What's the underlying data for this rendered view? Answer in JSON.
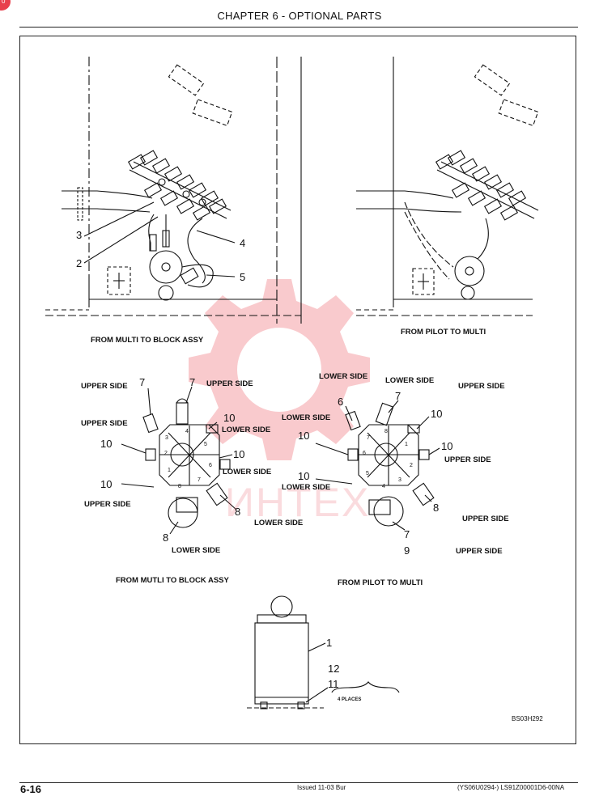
{
  "header": {
    "chapter_title": "CHAPTER 6 - OPTIONAL PARTS"
  },
  "corner_badge": "0",
  "watermark": {
    "text": "ИНТЕХ",
    "color": "#e8404c"
  },
  "figure_top_left": {
    "caption": "FROM MULTI TO BLOCK ASSY",
    "callouts": [
      "3",
      "2",
      "4",
      "5"
    ]
  },
  "figure_top_right": {
    "caption": "FROM PILOT TO MULTI"
  },
  "figure_mid_left": {
    "caption": "FROM MUTLI TO BLOCK ASSY",
    "port_numbers": [
      "4",
      "3",
      "5",
      "2",
      "6",
      "1",
      "8",
      "7"
    ],
    "labels": {
      "upper_side_1": "UPPER SIDE",
      "upper_side_2": "UPPER SIDE",
      "upper_side_3": "UPPER SIDE",
      "upper_side_4": "UPPER SIDE",
      "lower_side_1": "LOWER SIDE",
      "lower_side_2": "LOWER SIDE",
      "lower_side_3": "LOWER SIDE",
      "lower_side_4": "LOWER SIDE"
    },
    "callouts": {
      "c7a": "7",
      "c7b": "7",
      "c10a": "10",
      "c10b": "10",
      "c10c": "10",
      "c10d": "10",
      "c8a": "8",
      "c8b": "8"
    }
  },
  "figure_mid_right": {
    "caption": "FROM PILOT TO MULTI",
    "port_numbers": [
      "8",
      "7",
      "1",
      "6",
      "2",
      "5",
      "3",
      "4"
    ],
    "labels": {
      "lower_side_1": "LOWER SIDE",
      "lower_side_2": "LOWER SIDE",
      "lower_side_3": "LOWER SIDE",
      "lower_side_4": "LOWER SIDE",
      "upper_side_1": "UPPER SIDE",
      "upper_side_2": "UPPER SIDE",
      "upper_side_3": "UPPER SIDE",
      "upper_side_4": "UPPER SIDE"
    },
    "callouts": {
      "c6": "6",
      "c7a": "7",
      "c10a": "10",
      "c10b": "10",
      "c10c": "10",
      "c10d": "10",
      "c8": "8",
      "c7b": "7",
      "c9": "9"
    }
  },
  "figure_bottom": {
    "callouts": [
      "1",
      "12",
      "11"
    ],
    "places_note": "4  PLACES",
    "drawing_id": "BS03H292"
  },
  "footer": {
    "page_number": "6-16",
    "issue": "Issued 11-03   Bur",
    "doc_code": "(YS06U0294-)   LS91Z00001D6-00NA"
  }
}
